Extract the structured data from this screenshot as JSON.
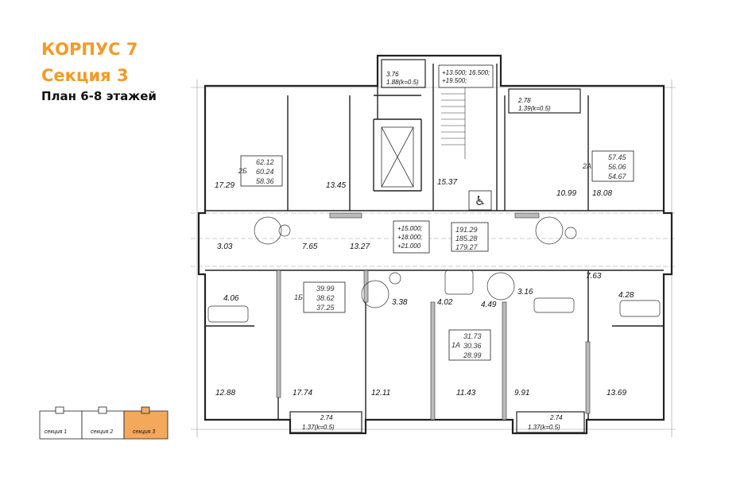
{
  "header": {
    "building": "КОРПУС 7",
    "section": "Секция 3",
    "plan": "План 6-8 этажей"
  },
  "section_nav": {
    "items": [
      {
        "label": "секция 1",
        "active": false
      },
      {
        "label": "секция 2",
        "active": false
      },
      {
        "label": "секция 3",
        "active": true
      }
    ],
    "active_color": "#f3a85b"
  },
  "apartments": [
    {
      "id": "2Б",
      "areas": [
        "62.12",
        "60.24",
        "58.36"
      ]
    },
    {
      "id": "1Б",
      "areas": [
        "39.99",
        "38.62",
        "37.25"
      ]
    },
    {
      "id": "1А",
      "areas": [
        "31.73",
        "30.36",
        "28.99"
      ]
    },
    {
      "id": "2А",
      "areas": [
        "57.45",
        "56.06",
        "54.67"
      ]
    }
  ],
  "common_area": [
    "191.29",
    "185.28",
    "179.27"
  ],
  "elevations": {
    "top": [
      "+13.500; 16.500;",
      "+19.500;"
    ],
    "middle": [
      "+15.000;",
      "+18.000;",
      "+21.000"
    ]
  },
  "rooms": {
    "r1": "17.29",
    "r2": "13.45",
    "r3": "15.37",
    "r4": "10.99",
    "r5": "18.08",
    "r6": "3.03",
    "r7": "7.65",
    "r8": "13.27",
    "r9": "4.06",
    "r10": "3.38",
    "r11": "4.02",
    "r12": "4.49",
    "r13": "3.16",
    "r14": "7.63",
    "r15": "4.28",
    "r16": "12.88",
    "r17": "17.74",
    "r18": "12.11",
    "r19": "11.43",
    "r20": "9.91",
    "r21": "13.69"
  },
  "balconies": {
    "b1": {
      "area": "3.76",
      "note": "1.88(k=0.5)"
    },
    "b2": {
      "area": "2.78",
      "note": "1.39(k=0.5)"
    },
    "b3": {
      "area": "2.74",
      "note": "1.37(k=0.5)"
    },
    "b4": {
      "area": "2.74",
      "note": "1.37(k=0.5)"
    }
  }
}
